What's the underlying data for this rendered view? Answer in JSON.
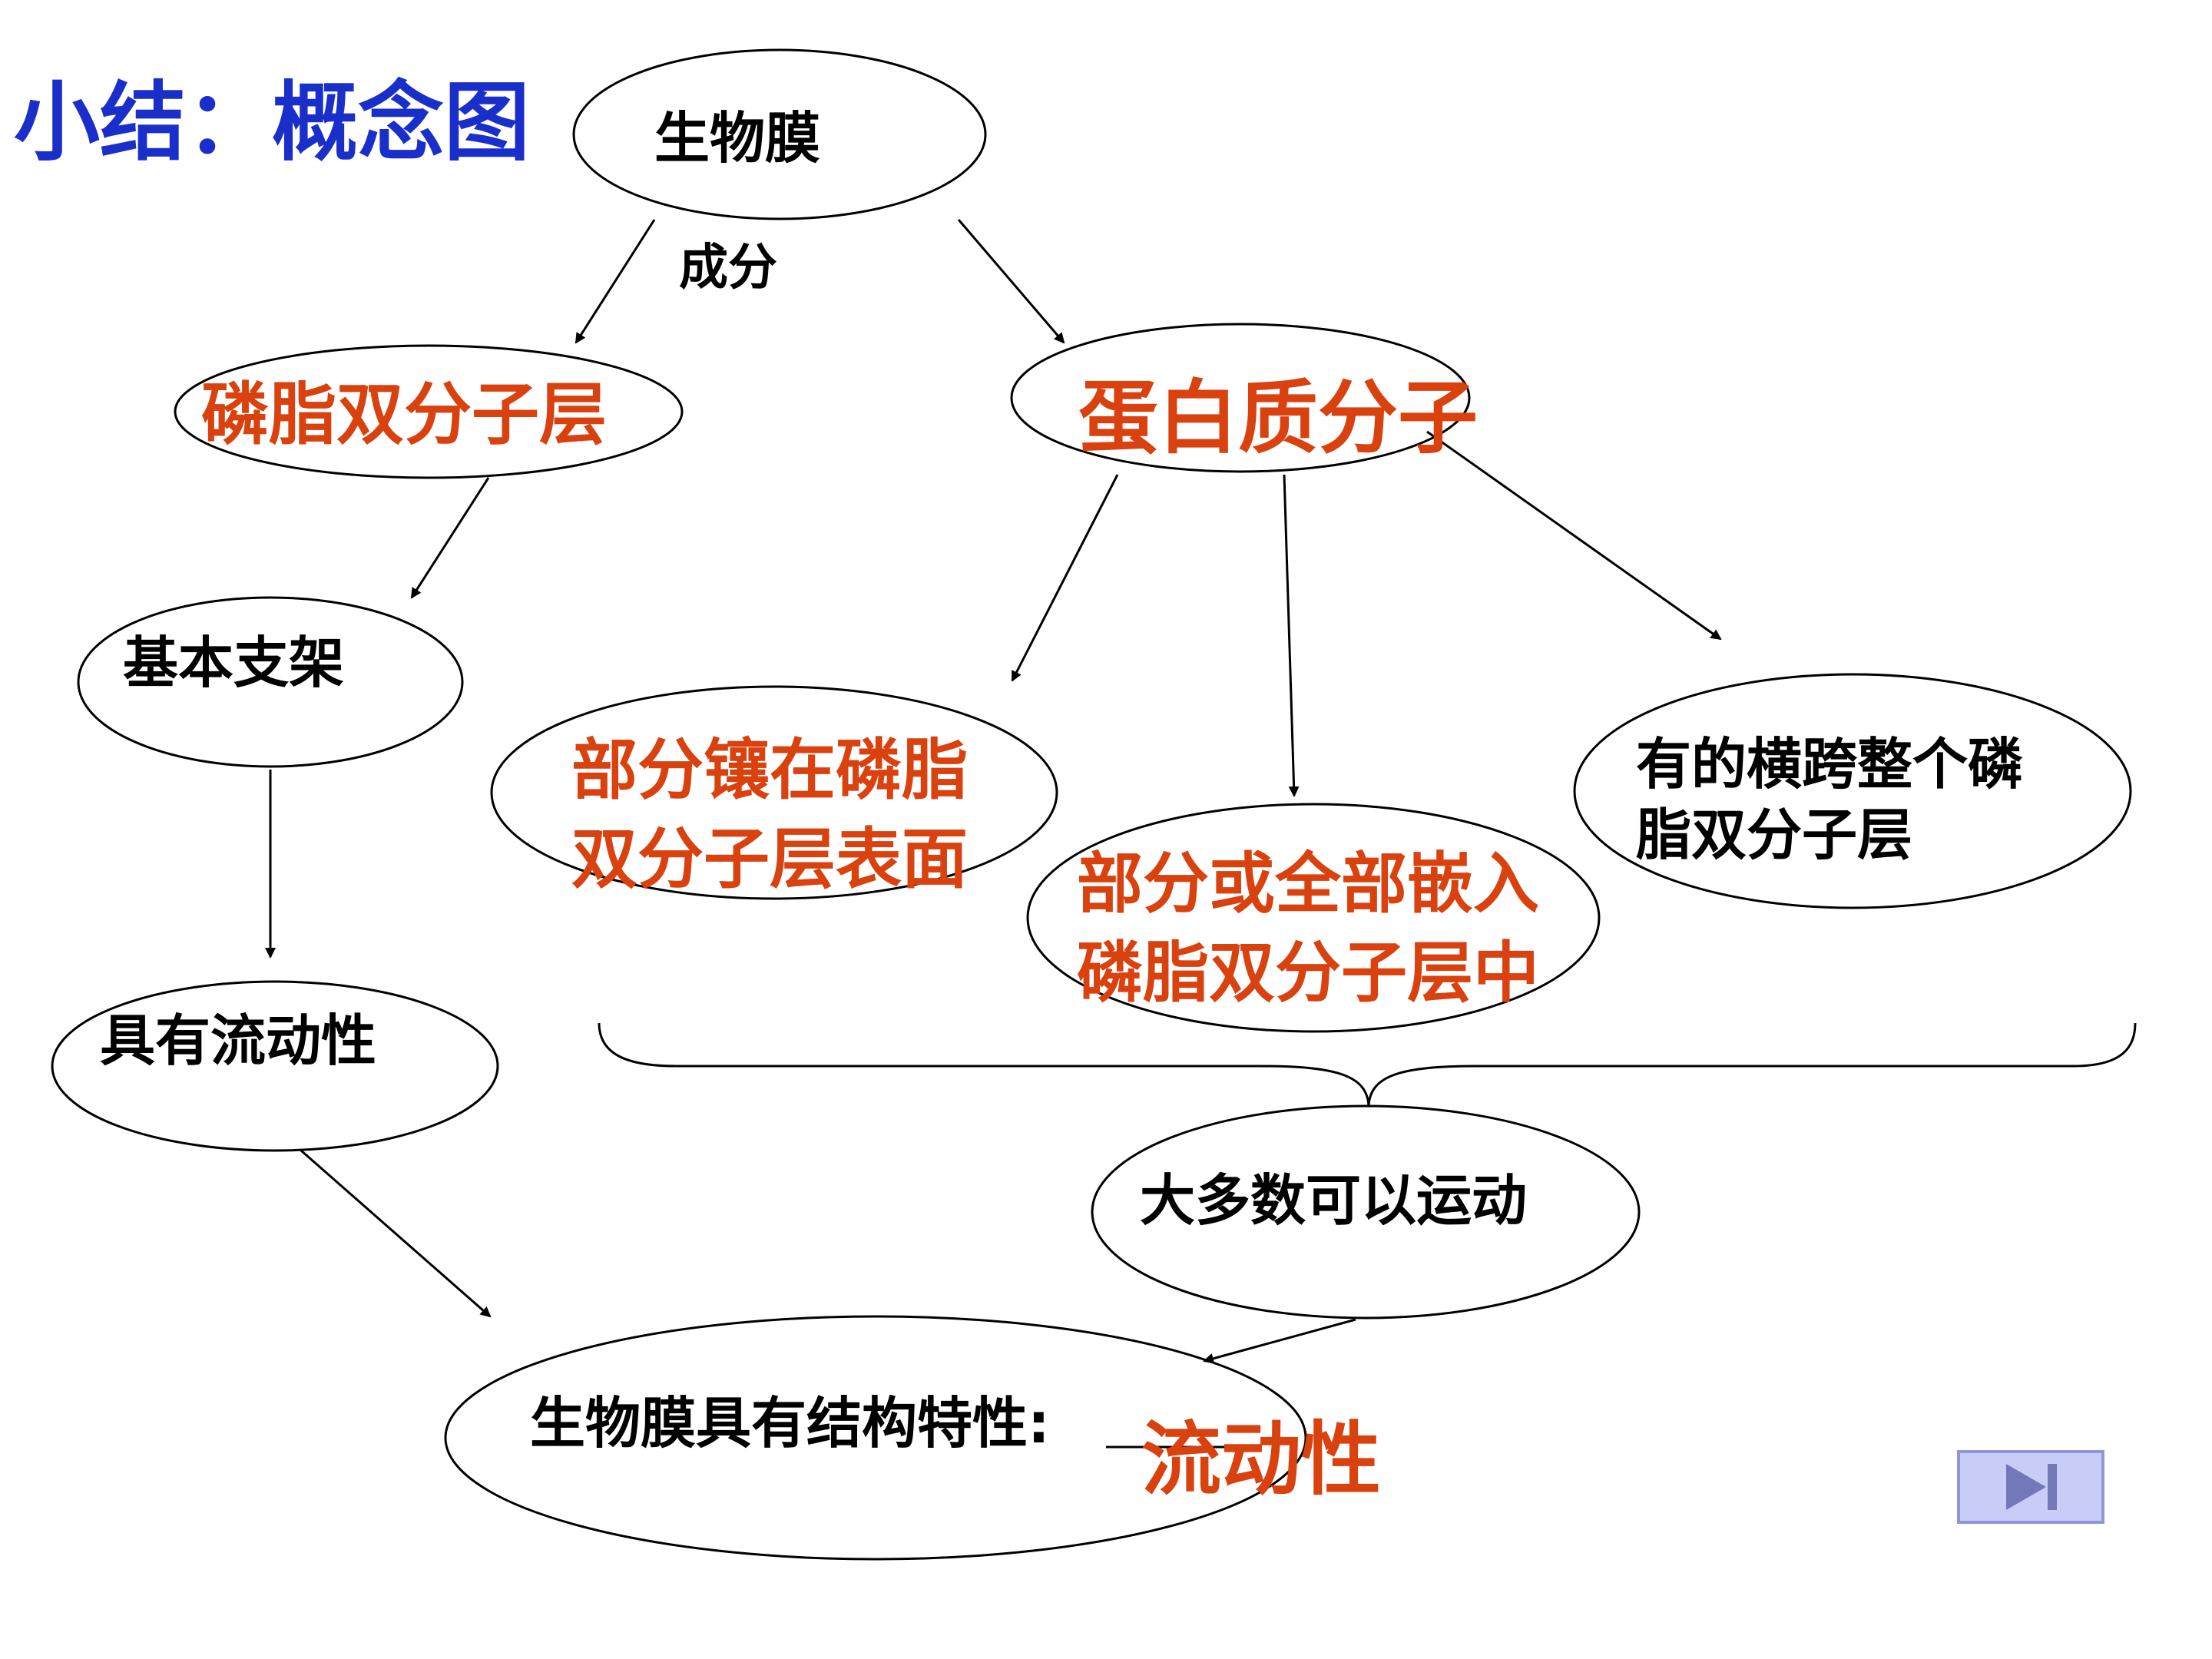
{
  "title": "小结：概念图",
  "label_component": "成分",
  "nodes": {
    "membrane": "生物膜",
    "phospholipid": "磷脂双分子层",
    "protein": "蛋白质分子",
    "framework": "基本支架",
    "fluid": "具有流动性",
    "surface": [
      "部分镶在磷脂",
      "双分子层表面"
    ],
    "embedded": [
      "部分或全部嵌入",
      "磷脂双分子层中"
    ],
    "span": [
      "有的横跨整个磷",
      "脂双分子层"
    ],
    "mostly_move": "大多数可以运动",
    "structure_prefix": "生物膜具有结构特性:",
    "structure_answer": "流动性"
  },
  "colors": {
    "title": "#1a2fc9",
    "answer": "#d9410f",
    "button": "#c8cdf7"
  },
  "next_button_icon": "skip-forward-icon"
}
